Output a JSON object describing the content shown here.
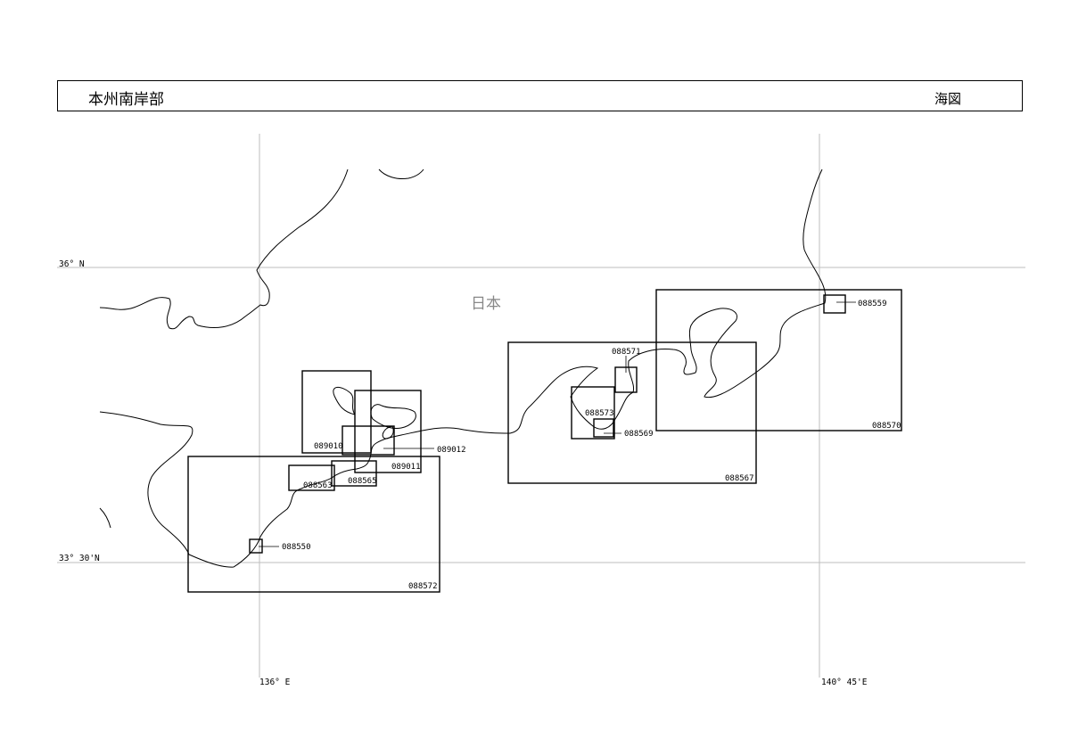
{
  "header": {
    "title": "本州南岸部",
    "category": "海図"
  },
  "map": {
    "region_label": "日本",
    "graticule": {
      "lat_top": "36° N",
      "lat_bottom": "33° 30'N",
      "lon_left": "136° E",
      "lon_right": "140° 45'E"
    },
    "charts": [
      "088550",
      "088559",
      "088563",
      "088565",
      "088567",
      "088569",
      "088570",
      "088571",
      "088572",
      "088573",
      "089010",
      "089011",
      "089012"
    ]
  }
}
